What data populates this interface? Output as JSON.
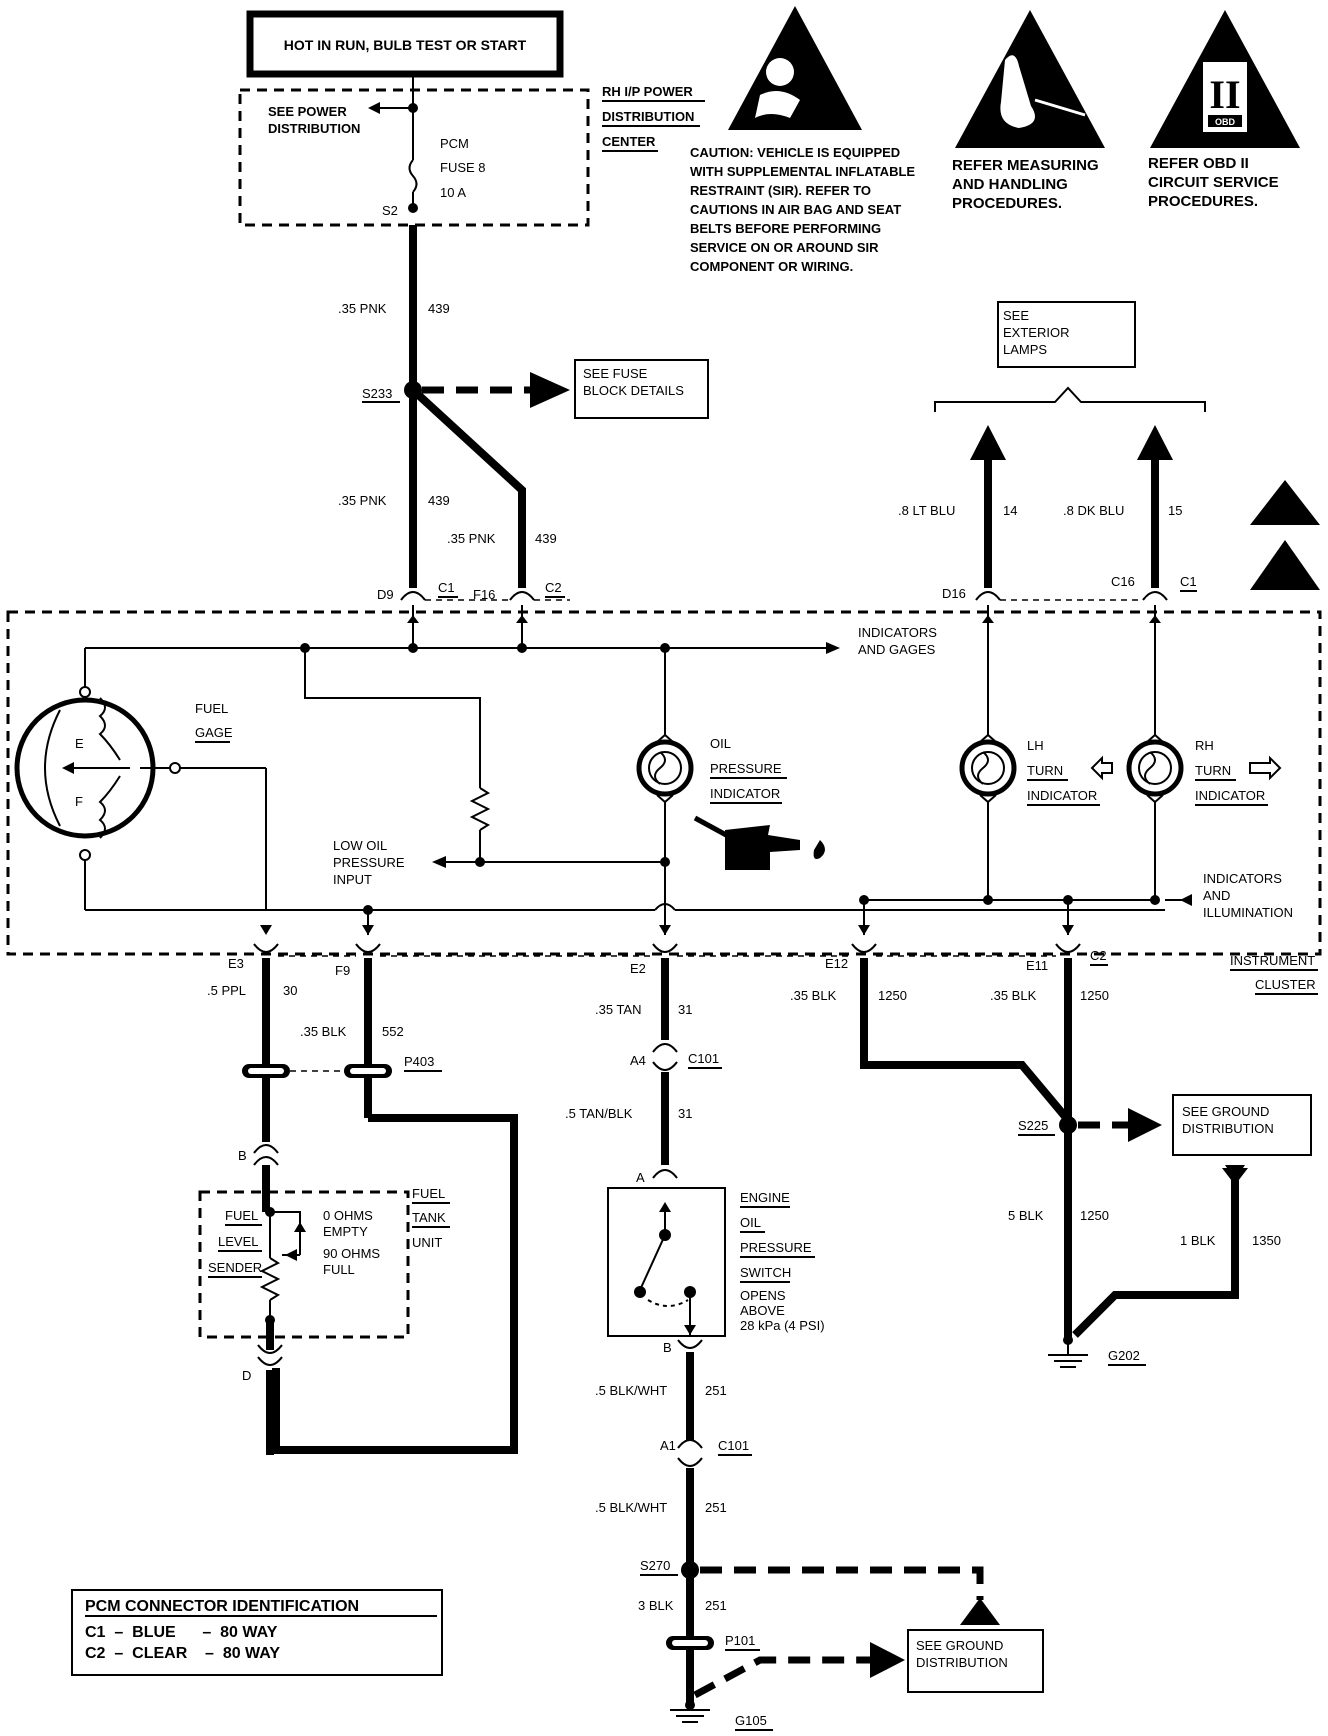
{
  "header": {
    "power_label": "HOT IN RUN, BULB TEST OR START"
  },
  "fuse_center": {
    "see_power": "SEE POWER",
    "distribution": "DISTRIBUTION",
    "pcm": "PCM",
    "fuse": "FUSE 8",
    "amps": "10 A",
    "splice": "S2",
    "title_1": "RH I/P POWER",
    "title_2": "DISTRIBUTION",
    "title_3": "CENTER"
  },
  "warnings": {
    "sir_caution": [
      "CAUTION: VEHICLE IS EQUIPPED",
      "WITH SUPPLEMENTAL INFLATABLE",
      "RESTRAINT (SIR). REFER TO",
      "CAUTIONS IN AIR BAG AND SEAT",
      "BELTS BEFORE PERFORMING",
      "SERVICE ON OR AROUND SIR",
      "COMPONENT OR WIRING."
    ],
    "measuring": [
      "REFER MEASURING",
      "AND HANDLING",
      "PROCEDURES."
    ],
    "obd": [
      "REFER  OBD II",
      "CIRCUIT SERVICE",
      "PROCEDURES."
    ],
    "obd_badge": "OBD",
    "obd_numeral": "II"
  },
  "wires": {
    "w439a_gauge": ".35 PNK",
    "w439a_num": "439",
    "w439b_gauge": ".35 PNK",
    "w439b_num": "439",
    "w439c_gauge": ".35 PNK",
    "w439c_num": "439",
    "w14_gauge": ".8 LT BLU",
    "w14_num": "14",
    "w15_gauge": ".8 DK BLU",
    "w15_num": "15",
    "w30_gauge": ".5 PPL",
    "w30_num": "30",
    "w552_gauge": ".35 BLK",
    "w552_num": "552",
    "w31a_gauge": ".35 TAN",
    "w31a_num": "31",
    "w31b_gauge": ".5 TAN/BLK",
    "w31b_num": "31",
    "w1250a_gauge": ".35 BLK",
    "w1250a_num": "1250",
    "w1250b_gauge": ".35 BLK",
    "w1250b_num": "1250",
    "w1250c_gauge": "5 BLK",
    "w1250c_num": "1250",
    "w1350_gauge": "1 BLK",
    "w1350_num": "1350",
    "w251a_gauge": ".5 BLK/WHT",
    "w251a_num": "251",
    "w251b_gauge": ".5 BLK/WHT",
    "w251b_num": "251",
    "w251c_gauge": "3 BLK",
    "w251c_num": "251"
  },
  "splices": {
    "s233": "S233",
    "s225": "S225",
    "s270": "S270"
  },
  "refs": {
    "fuse_block_1": "SEE FUSE",
    "fuse_block_2": "BLOCK DETAILS",
    "ext_lamps_1": "SEE",
    "ext_lamps_2": "EXTERIOR",
    "ext_lamps_3": "LAMPS",
    "ground_a_1": "SEE GROUND",
    "ground_a_2": "DISTRIBUTION",
    "ground_b_1": "SEE GROUND",
    "ground_b_2": "DISTRIBUTION"
  },
  "connectors": {
    "d9": "D9",
    "c1a": "C1",
    "f16": "F16",
    "c2a": "C2",
    "d16": "D16",
    "c16": "C16",
    "c1b": "C1",
    "e3": "E3",
    "f9": "F9",
    "e2": "E2",
    "e12": "E12",
    "e11": "E11",
    "c2b": "C2",
    "p403": "P403",
    "a4": "A4",
    "c101a": "C101",
    "a1": "A1",
    "c101b": "C101",
    "b_top": "B",
    "d_bot": "D",
    "sw_a": "A",
    "sw_b": "B",
    "p101": "P101"
  },
  "cluster": {
    "indicators_gages_1": "INDICATORS",
    "indicators_gages_2": "AND  GAGES",
    "fuel_1": "FUEL",
    "fuel_2": "GAGE",
    "gage_e": "E",
    "gage_f": "F",
    "low_oil_1": "LOW OIL",
    "low_oil_2": "PRESSURE",
    "low_oil_3": "INPUT",
    "oil_1": "OIL",
    "oil_2": "PRESSURE",
    "oil_3": "INDICATOR",
    "lh_1": "LH",
    "lh_2": "TURN",
    "lh_3": "INDICATOR",
    "rh_1": "RH",
    "rh_2": "TURN",
    "rh_3": "INDICATOR",
    "illum_1": "INDICATORS",
    "illum_2": "AND",
    "illum_3": "ILLUMINATION",
    "name_1": "INSTRUMENT",
    "name_2": "CLUSTER"
  },
  "fuel_tank": {
    "fuel": "FUEL",
    "level": "LEVEL",
    "sender": "SENDER",
    "empty_1": "0 OHMS",
    "empty_2": "EMPTY",
    "full_1": "90 OHMS",
    "full_2": "FULL",
    "unit_1": "FUEL",
    "unit_2": "TANK",
    "unit_3": "UNIT"
  },
  "switch": {
    "l1": "ENGINE",
    "l2": "OIL",
    "l3": "PRESSURE",
    "l4": "SWITCH",
    "l5": "OPENS",
    "l6": "ABOVE",
    "l7": "28 kPa (4 PSI)"
  },
  "grounds": {
    "g202": "G202",
    "g105": "G105"
  },
  "legend": {
    "title": "PCM CONNECTOR IDENTIFICATION",
    "row1": "C1  –  BLUE      –  80 WAY",
    "row2": "C2  –  CLEAR    –  80 WAY"
  }
}
